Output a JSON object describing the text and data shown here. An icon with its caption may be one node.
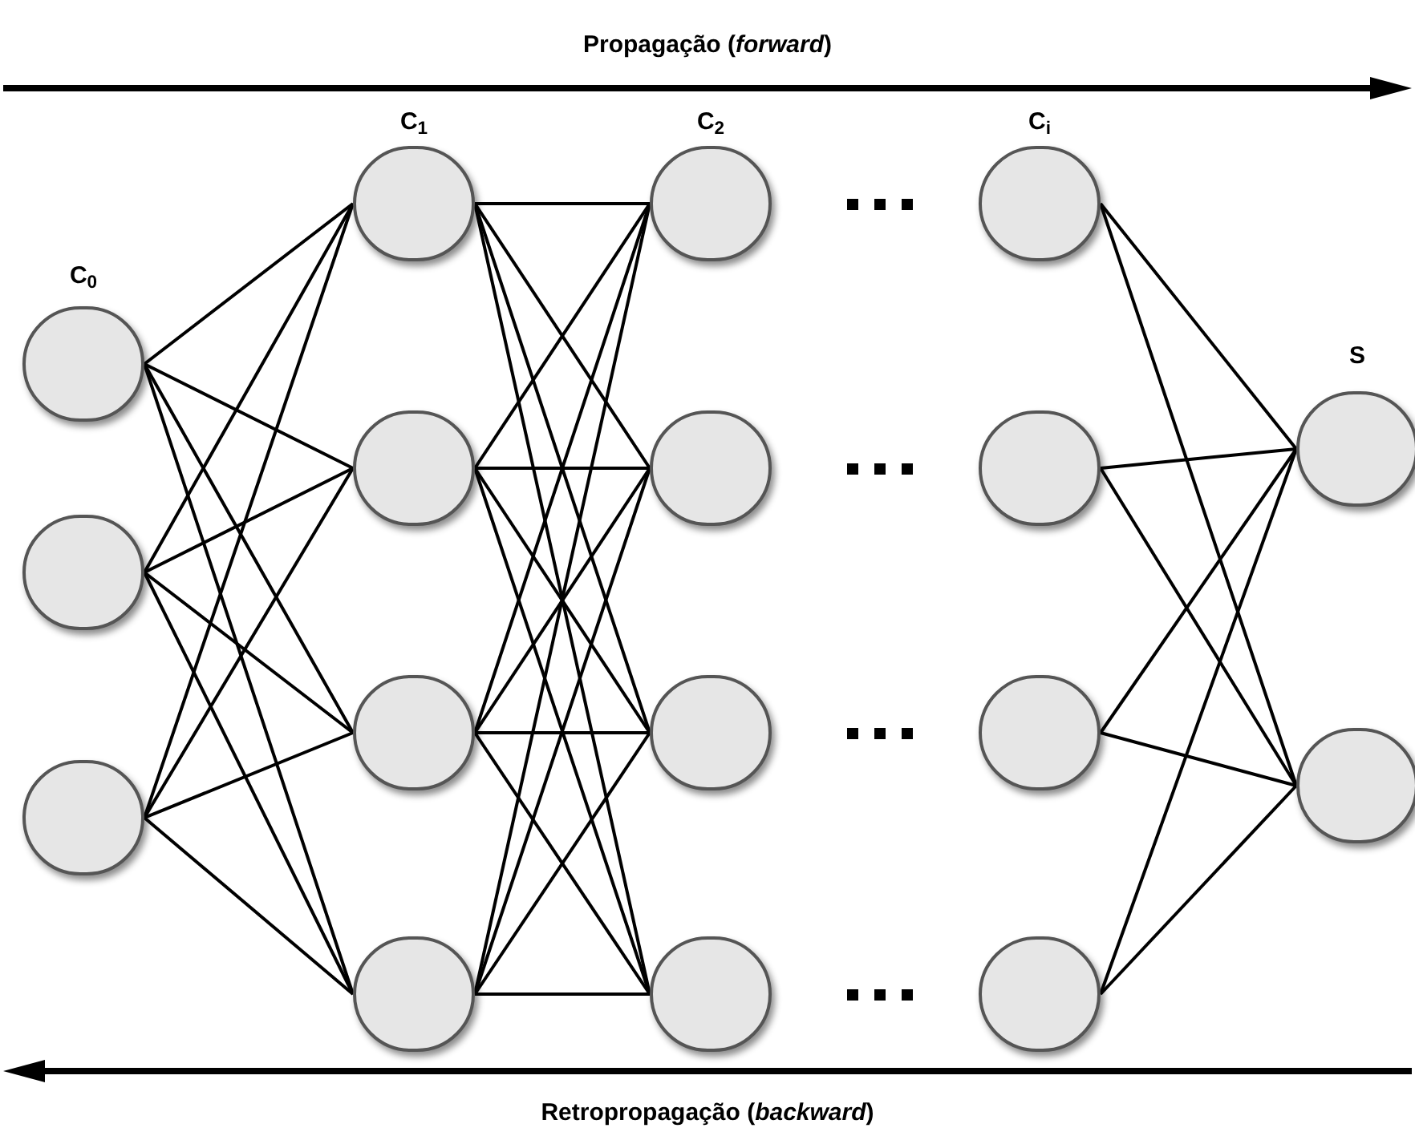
{
  "diagram": {
    "nodes": [
      {
        "text": [],
        "shape": "circle"
      },
      {
        "text": [],
        "shape": "circle"
      },
      {
        "text": [],
        "shape": "circle"
      },
      {
        "text": [],
        "shape": "circle"
      },
      {
        "text": [],
        "shape": "circle"
      },
      {
        "text": [],
        "shape": "circle"
      },
      {
        "text": [],
        "shape": "circle"
      },
      {
        "text": [],
        "shape": "circle"
      },
      {
        "text": [],
        "shape": "circle"
      },
      {
        "text": [],
        "shape": "circle"
      },
      {
        "text": [],
        "shape": "circle"
      },
      {
        "text": [],
        "shape": "circle"
      },
      {
        "text": [],
        "shape": "circle"
      },
      {
        "text": [],
        "shape": "circle"
      },
      {
        "text": [],
        "shape": "circle"
      },
      {
        "text": [],
        "shape": "circle"
      },
      {
        "text": [],
        "shape": "circle"
      }
    ],
    "edges": [
      {
        "from": 0,
        "to": 3,
        "arrow": "none"
      },
      {
        "from": 0,
        "to": 4,
        "arrow": "none"
      },
      {
        "from": 0,
        "to": 5,
        "arrow": "none"
      },
      {
        "from": 0,
        "to": 6,
        "arrow": "none"
      },
      {
        "from": 1,
        "to": 3,
        "arrow": "none"
      },
      {
        "from": 1,
        "to": 4,
        "arrow": "none"
      },
      {
        "from": 1,
        "to": 5,
        "arrow": "none"
      },
      {
        "from": 1,
        "to": 6,
        "arrow": "none"
      },
      {
        "from": 2,
        "to": 3,
        "arrow": "none"
      },
      {
        "from": 2,
        "to": 4,
        "arrow": "none"
      },
      {
        "from": 2,
        "to": 5,
        "arrow": "none"
      },
      {
        "from": 2,
        "to": 6,
        "arrow": "none"
      },
      {
        "from": 3,
        "to": 7,
        "arrow": "none"
      },
      {
        "from": 3,
        "to": 8,
        "arrow": "none"
      },
      {
        "from": 3,
        "to": 9,
        "arrow": "none"
      },
      {
        "from": 3,
        "to": 10,
        "arrow": "none"
      },
      {
        "from": 4,
        "to": 7,
        "arrow": "none"
      },
      {
        "from": 4,
        "to": 8,
        "arrow": "none"
      },
      {
        "from": 4,
        "to": 9,
        "arrow": "none"
      },
      {
        "from": 4,
        "to": 10,
        "arrow": "none"
      },
      {
        "from": 5,
        "to": 7,
        "arrow": "none"
      },
      {
        "from": 5,
        "to": 8,
        "arrow": "none"
      },
      {
        "from": 5,
        "to": 9,
        "arrow": "none"
      },
      {
        "from": 5,
        "to": 10,
        "arrow": "none"
      },
      {
        "from": 6,
        "to": 7,
        "arrow": "none"
      },
      {
        "from": 6,
        "to": 8,
        "arrow": "none"
      },
      {
        "from": 6,
        "to": 9,
        "arrow": "none"
      },
      {
        "from": 6,
        "to": 10,
        "arrow": "none"
      },
      {
        "from": 11,
        "to": 15,
        "arrow": "none"
      },
      {
        "from": 11,
        "to": 16,
        "arrow": "none"
      },
      {
        "from": 12,
        "to": 15,
        "arrow": "none"
      },
      {
        "from": 12,
        "to": 16,
        "arrow": "none"
      },
      {
        "from": 13,
        "to": 15,
        "arrow": "none"
      },
      {
        "from": 13,
        "to": 16,
        "arrow": "none"
      },
      {
        "from": 14,
        "to": 15,
        "arrow": "none"
      },
      {
        "from": 14,
        "to": 16,
        "arrow": "none"
      }
    ],
    "labels": [
      "Propagação (*forward*)",
      "C$_{1}$",
      "C$_{2}$",
      "C$_{i}$",
      "C$_{0}$",
      "S",
      "Retropropagação (*backward*)"
    ]
  }
}
